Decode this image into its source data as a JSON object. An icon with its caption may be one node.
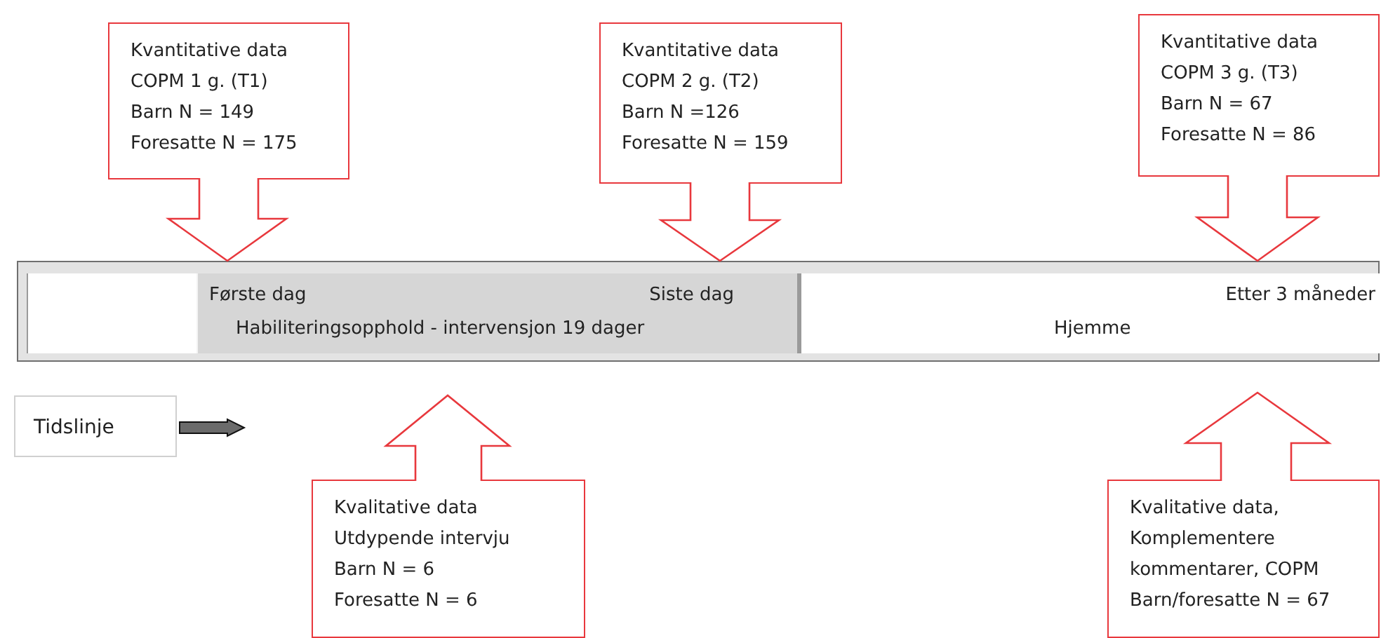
{
  "diagram": {
    "nodes": [
      {
        "text": [
          "Kvantitative data",
          "COPM 1 g. (T1)",
          "Barn  N = 149",
          "Foresatte N = 175"
        ]
      },
      {
        "text": [
          "Kvantitative data",
          "COPM 2 g. (T2)",
          "Barn  N =126",
          "Foresatte N = 159"
        ]
      },
      {
        "text": [
          "Kvantitative data",
          "COPM 3 g. (T3)",
          "Barn  N = 67",
          "Foresatte N = 86"
        ]
      },
      {
        "text": [],
        "shape": "bar"
      },
      {
        "text": [],
        "shape": "box",
        "in": 3
      },
      {
        "text": [
          "Første dag",
          "Siste dag",
          "Habiliteringsopphold - intervensjon 19 dager"
        ],
        "in": 3
      },
      {
        "text": [
          "Etter 3 måneder",
          "Hjemme"
        ],
        "in": 3
      },
      {
        "text": [
          "Tidslinje"
        ]
      },
      {
        "text": [
          "Kvalitative data",
          "Utdypende intervju",
          "Barn N = 6",
          "Foresatte N = 6"
        ]
      },
      {
        "text": [
          "Kvalitative data,",
          "Komplementere",
          "kommentarer, COPM",
          "Barn/foresatte N = 67"
        ]
      }
    ],
    "edges": [
      {
        "from": 0,
        "to": 3,
        "arrow": "to"
      },
      {
        "from": 1,
        "to": 3,
        "arrow": "to"
      },
      {
        "from": 2,
        "to": 3,
        "arrow": "to"
      },
      {
        "from": 8,
        "to": null,
        "arrow": "to"
      },
      {
        "from": 9,
        "to": null,
        "arrow": "to"
      },
      {
        "from": 7,
        "to": null,
        "arrow": "to"
      }
    ]
  }
}
